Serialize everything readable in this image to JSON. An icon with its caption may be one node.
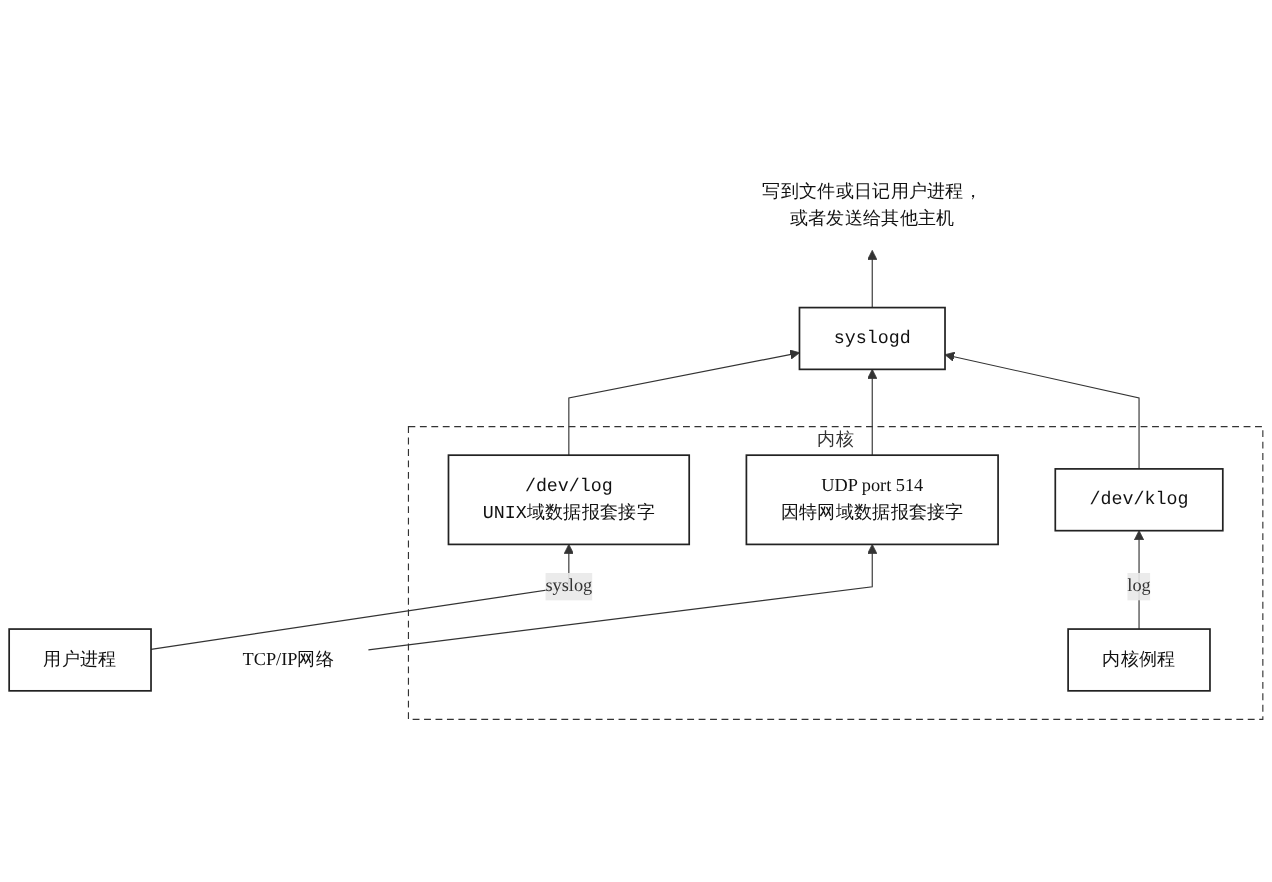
{
  "diagram": {
    "nodes": [
      {
        "text": [
          "用户进程"
        ]
      },
      {
        "text": [
          "syslogd"
        ]
      },
      {
        "text": [
          "内核"
        ]
      },
      {
        "text": [
          "/dev/log",
          "UNIX域数据报套接字"
        ],
        "in": 2
      },
      {
        "text": [
          "UDP port 514",
          "因特网域数据报套接字"
        ],
        "in": 2
      },
      {
        "text": [
          "/dev/klog"
        ],
        "in": 2
      },
      {
        "text": [
          "内核例程"
        ],
        "in": 2
      },
      {
        "text": [
          "TCP/IP网络"
        ]
      },
      {
        "text": [
          "写到文件或日记用户进程，或者发送给其他主机"
        ]
      }
    ],
    "edges": [
      {
        "from": 0,
        "to": 3,
        "arrow": "to",
        "label": "syslog"
      },
      {
        "from": 3,
        "to": 1,
        "arrow": "to"
      },
      {
        "from": 4,
        "to": 1,
        "arrow": "to"
      },
      {
        "from": 5,
        "to": 1,
        "arrow": "to"
      },
      {
        "from": 6,
        "to": 5,
        "arrow": "to",
        "label": "log"
      },
      {
        "from": 7,
        "to": 4,
        "arrow": "to"
      },
      {
        "from": 1,
        "to": 8,
        "arrow": "to"
      }
    ]
  }
}
